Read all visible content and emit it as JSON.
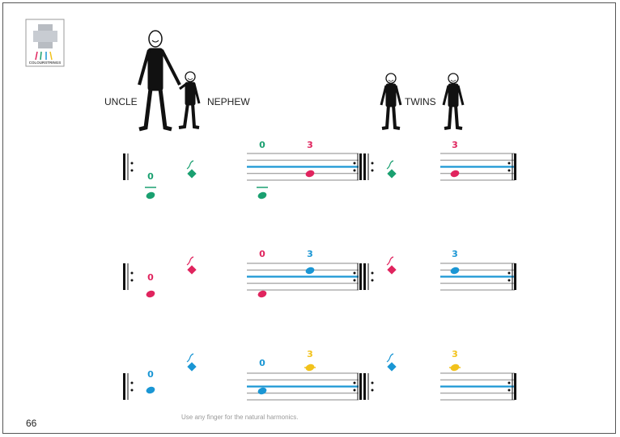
{
  "logo": {
    "text": "COLOURSTRINGS"
  },
  "figures": {
    "uncle": "UNCLE",
    "nephew": "NEPHEW",
    "twins": "TWINS"
  },
  "colors": {
    "green": "#1aa070",
    "pink": "#e0245e",
    "blue": "#1a96d4",
    "yellow": "#f2c21b",
    "staff": "#888888"
  },
  "rows": [
    {
      "open": "0",
      "bar1_left": "0",
      "bar1_right": "3",
      "bar2": "3"
    },
    {
      "open": "0",
      "bar1_left": "0",
      "bar1_right": "3",
      "bar2": "3"
    },
    {
      "open": "0",
      "bar1_left": "0",
      "bar1_right": "3",
      "bar2": "3"
    }
  ],
  "footer": {
    "note": "Use any finger for the natural harmonics.",
    "page_number": "66"
  }
}
